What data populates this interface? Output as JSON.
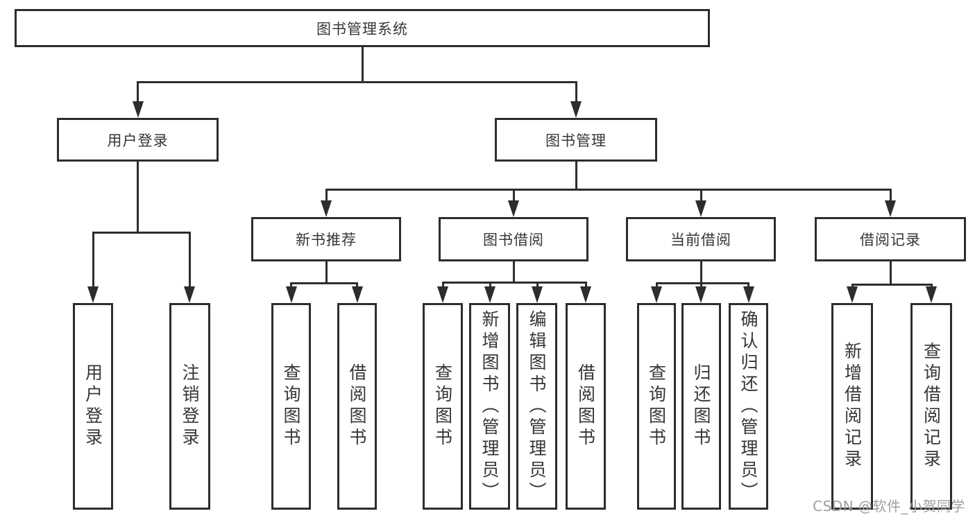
{
  "tree": {
    "label": "图书管理系统",
    "children": [
      {
        "label": "用户登录",
        "children": [
          {
            "label": "用户登录"
          },
          {
            "label": "注销登录"
          }
        ]
      },
      {
        "label": "图书管理",
        "children": [
          {
            "label": "新书推荐",
            "children": [
              {
                "label": "查询图书"
              },
              {
                "label": "借阅图书"
              }
            ]
          },
          {
            "label": "图书借阅",
            "children": [
              {
                "label": "查询图书"
              },
              {
                "label": "新增图书（管理员）"
              },
              {
                "label": "编辑图书（管理员）"
              },
              {
                "label": "借阅图书"
              }
            ]
          },
          {
            "label": "当前借阅",
            "children": [
              {
                "label": "查询图书"
              },
              {
                "label": "归还图书"
              },
              {
                "label": "确认归还（管理员）"
              }
            ]
          },
          {
            "label": "借阅记录",
            "children": [
              {
                "label": "新增借阅记录"
              },
              {
                "label": "查询借阅记录"
              }
            ]
          }
        ]
      }
    ]
  },
  "watermark": "CSDN @软件_小贺同学",
  "colors": {
    "line": "#2d2d2d",
    "text": "#363636",
    "watermark": "#9e9e9e",
    "background": "#ffffff"
  }
}
